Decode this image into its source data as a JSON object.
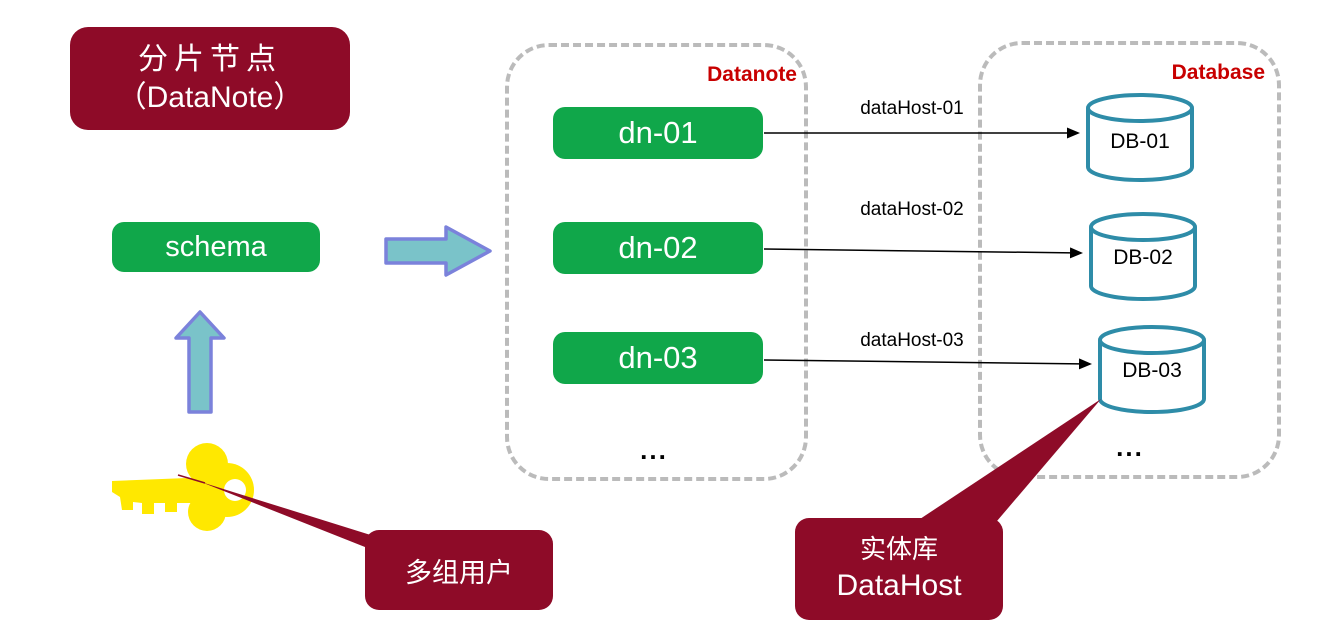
{
  "title": {
    "line1": "分片节点",
    "line2": "（DataNote）"
  },
  "schema": {
    "label": "schema"
  },
  "panels": {
    "datanote": {
      "label": "Datanote",
      "ellipsis": "..."
    },
    "database": {
      "label": "Database",
      "ellipsis": "..."
    }
  },
  "rows": [
    {
      "node": "dn-01",
      "host": "dataHost-01",
      "db": "DB-01"
    },
    {
      "node": "dn-02",
      "host": "dataHost-02",
      "db": "DB-02"
    },
    {
      "node": "dn-03",
      "host": "dataHost-03",
      "db": "DB-03"
    }
  ],
  "callouts": {
    "users": {
      "label": "多组用户"
    },
    "datahost": {
      "line1": "实体库",
      "line2": "DataHost"
    }
  },
  "icons": {
    "key_icon": "key",
    "up_arrow_icon": "block-arrow-up",
    "right_arrow_icon": "block-arrow-right",
    "database_cylinder_icon": "database-cylinder"
  },
  "colors": {
    "dark_red": "#8e0b28",
    "label_red": "#c80000",
    "green": "#10a74a",
    "cylinder_teal": "#2e8ca8",
    "block_arrow_fill": "#7ac3c9",
    "block_arrow_stroke": "#7b82db",
    "dashed_gray": "#bbbbbb",
    "key_yellow": "#ffe800"
  }
}
